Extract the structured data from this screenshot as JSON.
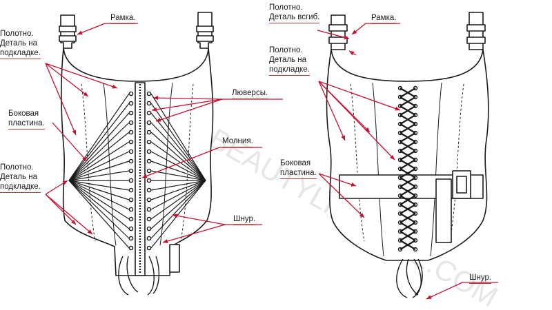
{
  "colors": {
    "line": "#1a1a1a",
    "leader": "#c8102e",
    "fabric": "#ffffff",
    "watermark": "#e4e4e4"
  },
  "watermark": "BEAUTYLINGERIE.COM",
  "left": {
    "frame": "Рамка.",
    "fabric_top": [
      "Полотно.",
      "Деталь на",
      "подкладке."
    ],
    "side_panel": [
      "Боковая",
      "пластина."
    ],
    "fabric_mid": [
      "Полотно.",
      "Деталь на",
      "подкладке."
    ],
    "eyelets": "Люверсы.",
    "zipper": "Молния.",
    "lace": "Шнур."
  },
  "right": {
    "fabric_fold": [
      "Полотно.",
      "Деталь всгиб."
    ],
    "frame": "Рамка.",
    "fabric_lining": [
      "Полотно.",
      "Деталь на",
      "подкладке."
    ],
    "side_panel": [
      "Боковая",
      "пластина."
    ],
    "lace": "Шнур."
  }
}
